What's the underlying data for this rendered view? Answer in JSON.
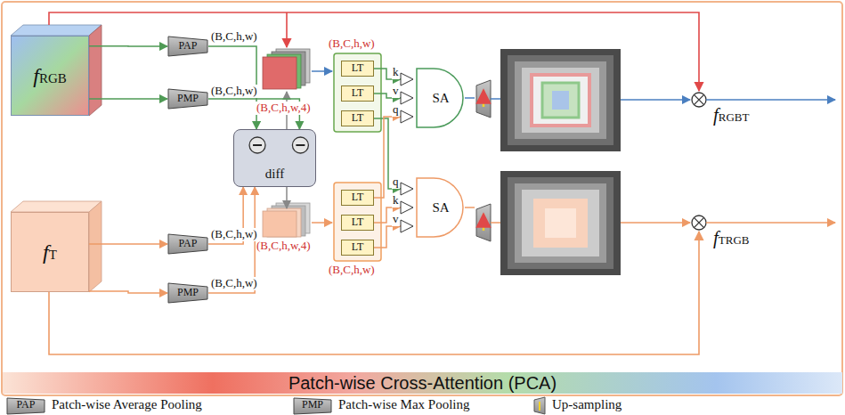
{
  "diagram": {
    "nodes": [
      {
        "text": [
          "fRGB"
        ]
      },
      {
        "text": [
          "PAP"
        ]
      },
      {
        "text": [
          "PMP"
        ]
      },
      {
        "text": [
          "diff"
        ]
      },
      {
        "text": [
          "fT"
        ]
      },
      {
        "text": [
          "PAP"
        ]
      },
      {
        "text": [
          "PMP"
        ]
      },
      {
        "text": [
          "LT"
        ]
      },
      {
        "text": [
          "LT"
        ]
      },
      {
        "text": [
          "LT"
        ]
      },
      {
        "text": [
          "LT"
        ]
      },
      {
        "text": [
          "LT"
        ]
      },
      {
        "text": [
          "LT"
        ]
      },
      {
        "text": [
          "SA"
        ]
      },
      {
        "text": [
          "SA"
        ]
      },
      {
        "text": [
          "Patch-wise Cross-Attention (PCA)"
        ]
      }
    ],
    "edges": [
      {
        "from": 0,
        "to": 1,
        "arrow": "to"
      },
      {
        "from": 0,
        "to": 2,
        "arrow": "to"
      },
      {
        "from": 4,
        "to": 5,
        "arrow": "to"
      },
      {
        "from": 4,
        "to": 6,
        "arrow": "to"
      },
      {
        "from": 1,
        "to": 3,
        "arrow": "to"
      },
      {
        "from": 2,
        "to": 3,
        "arrow": "to"
      },
      {
        "from": 5,
        "to": 3,
        "arrow": "to"
      },
      {
        "from": 6,
        "to": 3,
        "arrow": "to"
      },
      {
        "from": 7,
        "to": 13,
        "arrow": "to"
      },
      {
        "from": 8,
        "to": 13,
        "arrow": "to"
      },
      {
        "from": 9,
        "to": 14,
        "arrow": "to"
      },
      {
        "from": 10,
        "to": 13,
        "arrow": "to"
      },
      {
        "from": 11,
        "to": 14,
        "arrow": "to"
      },
      {
        "from": 12,
        "to": 14,
        "arrow": "to"
      }
    ],
    "labels": [
      "(B,C,h,w)",
      "(B,C,h,w)",
      "(B,C,h,w)",
      "(B,C,h,w)",
      "(B,C,h,w,4)",
      "(B,C,h,w,4)",
      "(B,C,h,w)",
      "(B,C,h,w)",
      "k",
      "v",
      "q",
      "q",
      "k",
      "v",
      "fRGBT",
      "fTRGB",
      "PAP",
      "PMP"
    ],
    "legend": [
      {
        "text": "Patch-wise Average Pooling"
      },
      {
        "text": "Patch-wise Max Pooling"
      },
      {
        "text": "Up-sampling"
      }
    ]
  }
}
